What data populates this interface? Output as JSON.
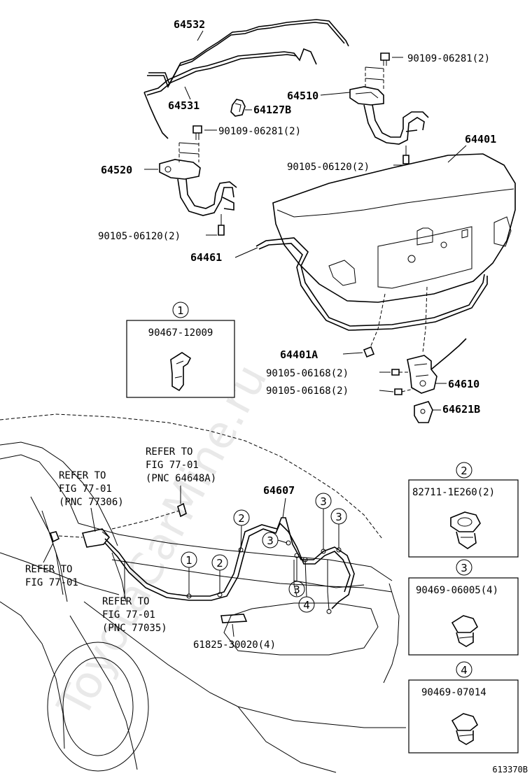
{
  "parts": {
    "p64532": "64532",
    "p64531": "64531",
    "p64510": "64510",
    "p64127b": "64127B",
    "p90109_top": "90109-06281(2)",
    "p90109_mid": "90109-06281(2)",
    "p64401": "64401",
    "p64520": "64520",
    "p90105_120_r": "90105-06120(2)",
    "p90105_120_l": "90105-06120(2)",
    "p64461": "64461",
    "p64401a": "64401A",
    "p90105_168_a": "90105-06168(2)",
    "p90105_168_b": "90105-06168(2)",
    "p64610": "64610",
    "p64621b": "64621B",
    "p64607": "64607",
    "p61825": "61825-30020(4)"
  },
  "refs": {
    "ref_a": [
      "REFER TO",
      "FIG 77-01",
      "(PNC 64648A)"
    ],
    "ref_b": [
      "REFER TO",
      "FIG 77-01",
      "(PNC 77306)"
    ],
    "ref_c": [
      "REFER TO",
      "FIG 77-01"
    ],
    "ref_d": [
      "REFER TO",
      "FIG 77-01",
      "(PNC 77035)"
    ]
  },
  "callouts": [
    {
      "num": "1",
      "part": "90467-12009"
    },
    {
      "num": "2",
      "part": "82711-1E260(2)"
    },
    {
      "num": "3",
      "part": "90469-06005(4)"
    },
    {
      "num": "4",
      "part": "90469-07014"
    }
  ],
  "markers": [
    "1",
    "2",
    "2",
    "3",
    "3",
    "3",
    "3",
    "4"
  ],
  "watermark": "ToyotaCarMine.ru",
  "figure_code": "613370B"
}
